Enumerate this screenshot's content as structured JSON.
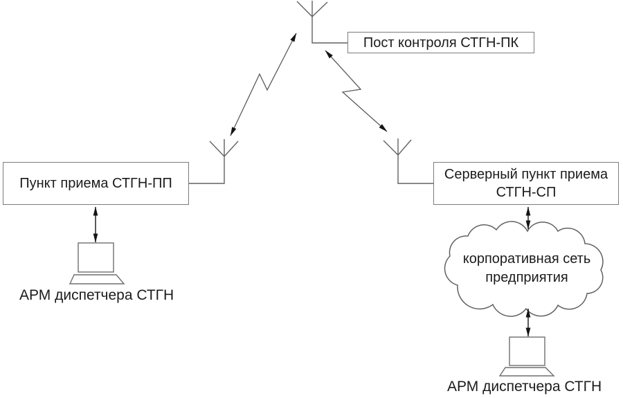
{
  "diagram": {
    "control_post": {
      "label": "Пост контроля СТГН-ПК"
    },
    "reception_point": {
      "label": "Пункт приема СТГН-ПП"
    },
    "server_point": {
      "line1": "Серверный пункт приема",
      "line2": "СТГН-СП"
    },
    "cloud": {
      "line1": "корпоративная сеть",
      "line2": "предприятия"
    },
    "workstation_left": {
      "label": "АРМ диспетчера СТГН"
    },
    "workstation_right": {
      "label": "АРМ диспетчера СТГН"
    },
    "icons": {
      "antenna": "antenna-icon (V-shaped mast, drawn as SVG lines)",
      "computer": "computer-icon (monitor square over trapezoid base)",
      "cloud": "cloud-icon (scalloped network cloud)",
      "radio_link": "lightning double-headed arrow",
      "wire_link": "vertical double-headed arrow"
    },
    "colors": {
      "background": "#ffffff",
      "box_border": "#7b7b7b",
      "line": "#616161",
      "arrowhead": "#151515",
      "text": "#1b1b1b"
    }
  }
}
